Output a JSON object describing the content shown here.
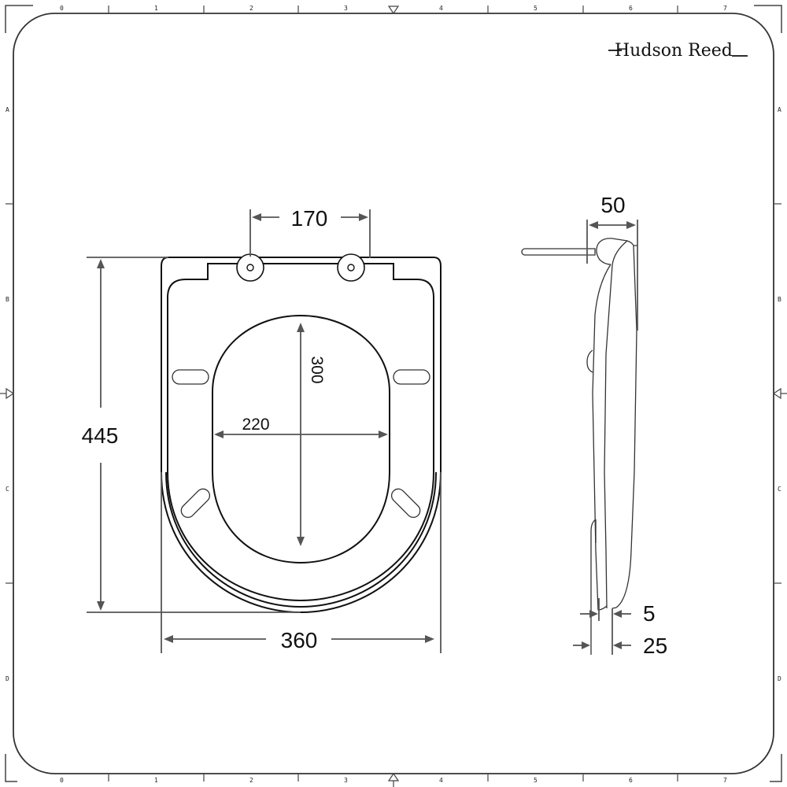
{
  "brand": {
    "name": "Hudson Reed"
  },
  "frame": {
    "top_ruler": [
      "0",
      "1",
      "2",
      "3",
      "4",
      "5",
      "6",
      "7"
    ],
    "bottom_ruler": [
      "0",
      "1",
      "2",
      "3",
      "4",
      "5",
      "6",
      "7"
    ],
    "left_ruler": [
      "A",
      "B",
      "C",
      "D"
    ],
    "right_ruler": [
      "A",
      "B",
      "C",
      "D"
    ]
  },
  "front_view": {
    "hinge_spacing": "170",
    "overall_height": "445",
    "overall_width": "360",
    "opening_width": "220",
    "opening_length": "300"
  },
  "side_view": {
    "depth": "50",
    "lid_gap": "5",
    "seat_thickness": "25"
  },
  "colors": {
    "line": "#111111",
    "dimension": "#555555",
    "background": "#ffffff"
  }
}
